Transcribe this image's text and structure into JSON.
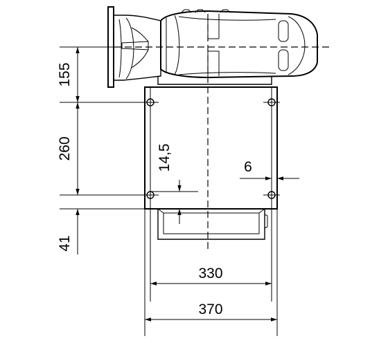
{
  "dimensions": {
    "d155": "155",
    "d260": "260",
    "d41": "41",
    "d14_5": "14,5",
    "d6": "6",
    "d330": "330",
    "d370": "370"
  },
  "colors": {
    "line": "#000000",
    "background": "#ffffff"
  }
}
